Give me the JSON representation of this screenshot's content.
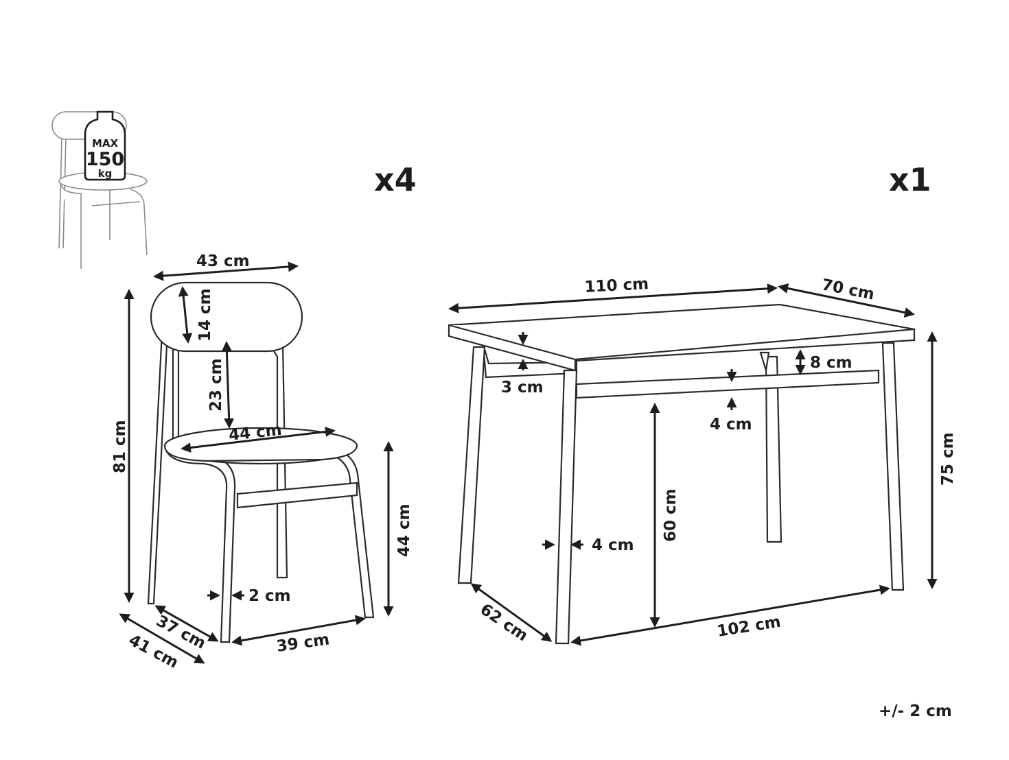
{
  "quantities": {
    "chair": "x4",
    "table": "x1"
  },
  "load_badge": {
    "max": "MAX",
    "value": "150",
    "unit": "kg"
  },
  "chair_dims": {
    "width_back": "43 cm",
    "backrest_height": "14 cm",
    "back_gap": "23 cm",
    "seat_diameter": "44 cm",
    "total_height": "81 cm",
    "seat_height": "44 cm",
    "leg_thickness": "2 cm",
    "depth_inner": "37 cm",
    "depth_outer": "41 cm",
    "front_width": "39 cm"
  },
  "table_dims": {
    "length": "110 cm",
    "width": "70 cm",
    "top_thickness": "3 cm",
    "apron_height": "8 cm",
    "rail_height": "4 cm",
    "total_height": "75 cm",
    "clearance": "60 cm",
    "leg_thickness": "4 cm",
    "leg_depth": "62 cm",
    "leg_span": "102 cm"
  },
  "tolerance": "+/- 2 cm",
  "colors": {
    "ink": "#1d1d1b",
    "line": "#2a2a28",
    "thumbnail": "#8a8a8a"
  }
}
